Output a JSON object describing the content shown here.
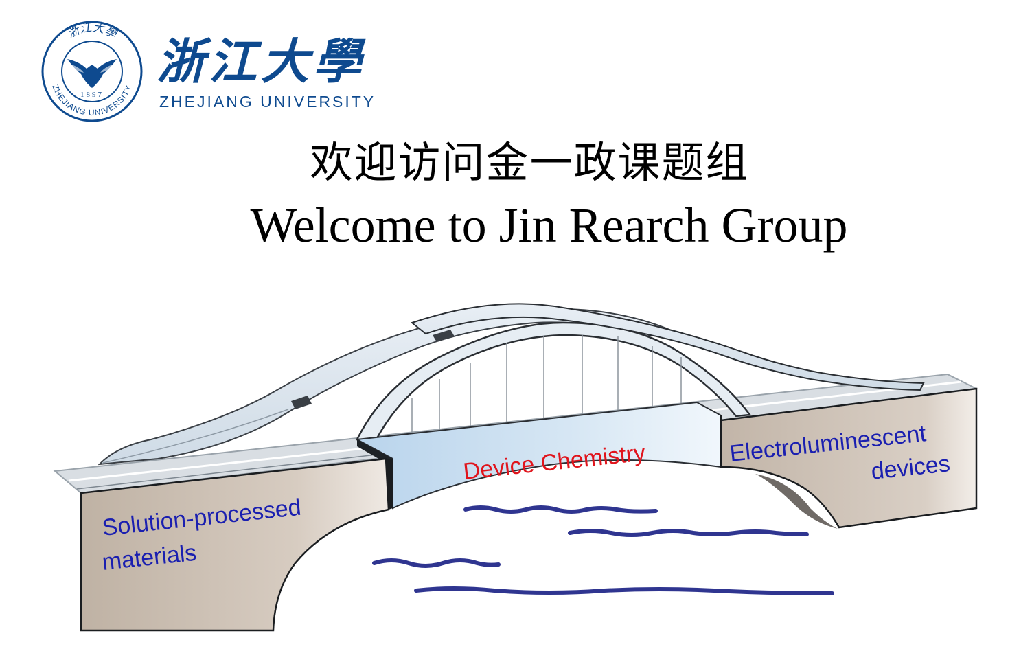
{
  "logo": {
    "seal_text_top": "浙江大學",
    "seal_year": "1897",
    "seal_text_bottom": "ZHEJIANG UNIVERSITY",
    "name_cn": "浙江大學",
    "name_en": "ZHEJIANG UNIVERSITY"
  },
  "title": {
    "cn": "欢迎访问金一政课题组",
    "en": "Welcome to Jin Rearch Group"
  },
  "bridge": {
    "left_label_line1": "Solution-processed",
    "left_label_line2": "materials",
    "center_label": "Device Chemistry",
    "right_label_line1": "Electroluminescent",
    "right_label_line2": "devices"
  },
  "colors": {
    "brand_blue": "#0e4a8f",
    "label_blue": "#1a1fb0",
    "label_red": "#e0141c",
    "water_blue": "#2f3590",
    "pier_fill": "#cbbfb3",
    "deck_blue": "#c9def0",
    "arch_fill": "#dde6ee"
  }
}
